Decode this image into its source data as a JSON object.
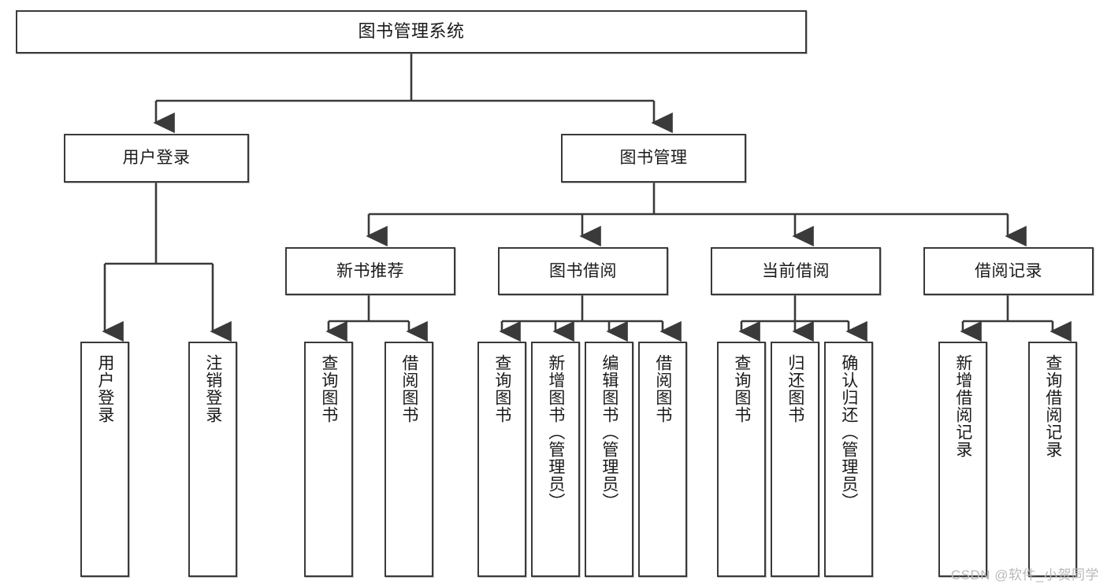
{
  "diagram": {
    "title": "图书管理系统",
    "type": "tree-hierarchy-diagram",
    "colors": {
      "box_border": "#3a3a3a",
      "box_fill": "#ffffff",
      "edge": "#3a3a3a",
      "text": "#1a1a1a",
      "watermark": "#b9b9b9",
      "background": "#ffffff"
    },
    "levels": {
      "root": {
        "label": "图书管理系统"
      },
      "level2": [
        {
          "id": "user-login",
          "label": "用户登录"
        },
        {
          "id": "book-management",
          "label": "图书管理"
        }
      ],
      "level3": [
        {
          "id": "new-book-recommend",
          "label": "新书推荐"
        },
        {
          "id": "book-borrow",
          "label": "图书借阅"
        },
        {
          "id": "current-borrow",
          "label": "当前借阅"
        },
        {
          "id": "borrow-record",
          "label": "借阅记录"
        }
      ],
      "leaves": {
        "user_login": [
          {
            "id": "leaf-user-login",
            "label": "用户登录"
          },
          {
            "id": "leaf-logout-login",
            "label": "注销登录"
          }
        ],
        "new_book_recommend": [
          {
            "id": "leaf-query-book-1",
            "label": "查询图书"
          },
          {
            "id": "leaf-borrow-book-1",
            "label": "借阅图书"
          }
        ],
        "book_borrow": [
          {
            "id": "leaf-query-book-2",
            "label": "查询图书"
          },
          {
            "id": "leaf-add-book",
            "label": "新增图书（管理员）"
          },
          {
            "id": "leaf-edit-book",
            "label": "编辑图书（管理员）"
          },
          {
            "id": "leaf-borrow-book-2",
            "label": "借阅图书"
          }
        ],
        "current_borrow": [
          {
            "id": "leaf-query-book-3",
            "label": "查询图书"
          },
          {
            "id": "leaf-return-book",
            "label": "归还图书"
          },
          {
            "id": "leaf-confirm-return",
            "label": "确认归还（管理员）"
          }
        ],
        "borrow_record": [
          {
            "id": "leaf-add-record",
            "label": "新增借阅记录"
          },
          {
            "id": "leaf-query-record",
            "label": "查询借阅记录"
          }
        ]
      }
    },
    "watermark": "CSDN @软件_小贺同学"
  }
}
